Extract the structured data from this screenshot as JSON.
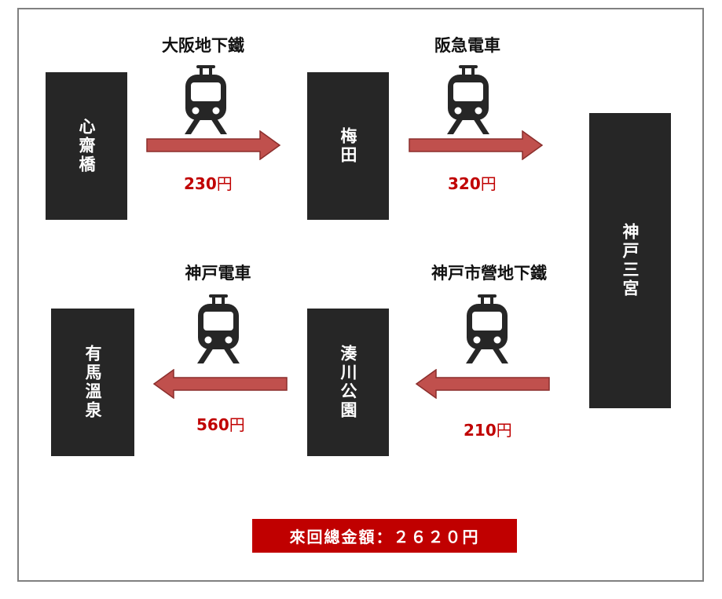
{
  "stations": {
    "shinsaibashi": "心齋橋",
    "umeda": "梅田",
    "kobe_sannomiya": "神戸三宮",
    "minatogawa_koen": "湊川公園",
    "arima_onsen": "有馬溫泉"
  },
  "segments": [
    {
      "line": "大阪地下鐵",
      "price": "230",
      "unit": "円",
      "direction": "right"
    },
    {
      "line": "阪急電車",
      "price": "320",
      "unit": "円",
      "direction": "right"
    },
    {
      "line": "神戸市營地下鐵",
      "price": "210",
      "unit": "円",
      "direction": "left"
    },
    {
      "line": "神戸電車",
      "price": "560",
      "unit": "円",
      "direction": "left"
    }
  ],
  "total": {
    "label": "來回總金額：２６２０円"
  },
  "colors": {
    "station_bg": "#262626",
    "arrow": "#c0504d",
    "price": "#c00000",
    "total_bg": "#c00000"
  },
  "icons": {
    "train": "train-icon",
    "arrow": "arrow-icon"
  }
}
